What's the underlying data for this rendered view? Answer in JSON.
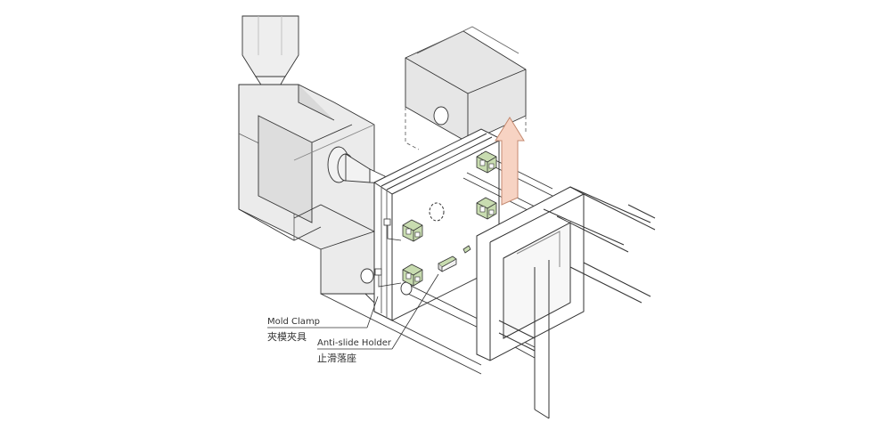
{
  "diagram": {
    "labels": {
      "mold_clamp": {
        "en": "Mold Clamp",
        "zh": "夾模夾具"
      },
      "anti_slide_holder": {
        "en": "Anti-slide Holder",
        "zh": "止滑落座"
      }
    },
    "colors": {
      "line": "#333333",
      "machine_fill": "#e9e9e9",
      "machine_shade": "#d6d6d6",
      "platen_fill": "#ffffff",
      "clamp_accent": "#c8dcb0",
      "arrow_fill": "#f7d3c3",
      "arrow_stroke": "#c48a70"
    },
    "icons": [
      "mold-clamp-icon",
      "anti-slide-holder-icon",
      "vertical-motion-arrow-icon"
    ]
  }
}
